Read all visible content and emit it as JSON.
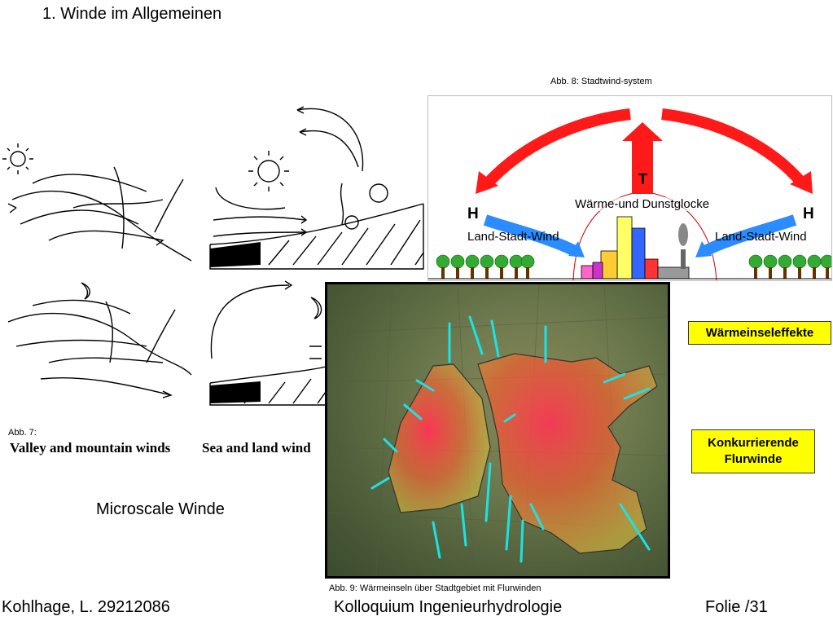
{
  "slide": {
    "title": "1. Winde im Allgemeinen"
  },
  "fig7": {
    "caption": "Abb. 7:",
    "label_valley": "Valley and mountain winds",
    "label_sea": "Sea and land wind"
  },
  "fig8": {
    "caption": "Abb. 8: Stadtwind-system",
    "t_label": "T",
    "h_left": "H",
    "h_right": "H",
    "glocke": "Wärme-und Dunstglocke",
    "wind_left": "Land-Stadt-Wind",
    "wind_right": "Land-Stadt-Wind"
  },
  "fig9": {
    "caption": "Abb. 9:  Wärmeinseln über Stadtgebiet mit Flurwinden",
    "box1": "Wärmeinseleffekte",
    "box2_line1": "Konkurrierende",
    "box2_line2": "Flurwinde"
  },
  "microscale": "Microscale Winde",
  "footer": {
    "author": "Kohlhage, L. 29212086",
    "course": "Kolloquium Ingenieurhydrologie",
    "page": "Folie /31"
  },
  "colors": {
    "red_arrow": "#ff1a1a",
    "blue_arrow": "#2b8cff",
    "yellow_box": "#ffff00",
    "cyan_arrow": "#19e3e6"
  }
}
